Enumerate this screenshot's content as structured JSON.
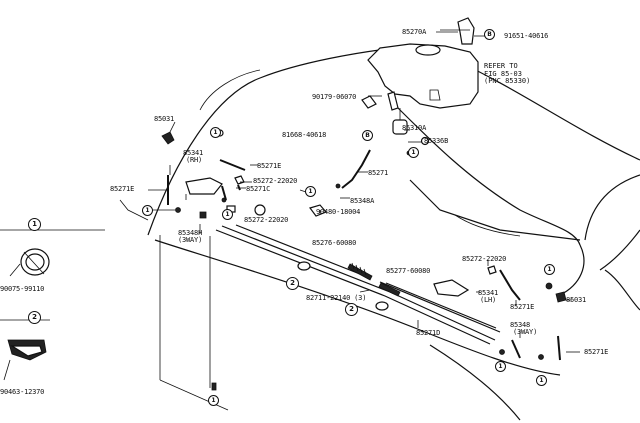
{
  "labels": {
    "p85270A": "85270A",
    "p91651": "91651-40616",
    "p90179": "90179-06070",
    "p85031a": "85031",
    "p81668": "81668-40618",
    "p85310A": "85310A",
    "p85336B": "85336B",
    "p85341rh": "85341",
    "p85341rh_sub": "(RH)",
    "p85271E_a": "85271E",
    "p85272a": "85272-22020",
    "p85271C": "85271C",
    "p85271E_left": "85271E",
    "p85271": "85271",
    "p85348A": "85348A",
    "p90480": "90480-18004",
    "p85272b": "85272-22020",
    "p85348H": "85348H",
    "p85348H_sub": "(3WAY)",
    "p85276": "85276-60080",
    "p85277": "85277-60080",
    "p85272c": "85272-22020",
    "p85341lh": "85341",
    "p85341lh_sub": "(LH)",
    "p82711": "82711-22140 (3)",
    "p85271E_b": "85271E",
    "p85031b": "85031",
    "p85271D": "85271D",
    "p85348": "85348",
    "p85348_sub": "(3WAY)",
    "p85271E_c": "85271E",
    "p90075": "90075-99110",
    "p90463": "90463-12370",
    "refer": "REFER TO\nFIG 85-03\n(PNC 85330)"
  },
  "callouts": {
    "one": "1",
    "two": "2",
    "b": "B"
  }
}
